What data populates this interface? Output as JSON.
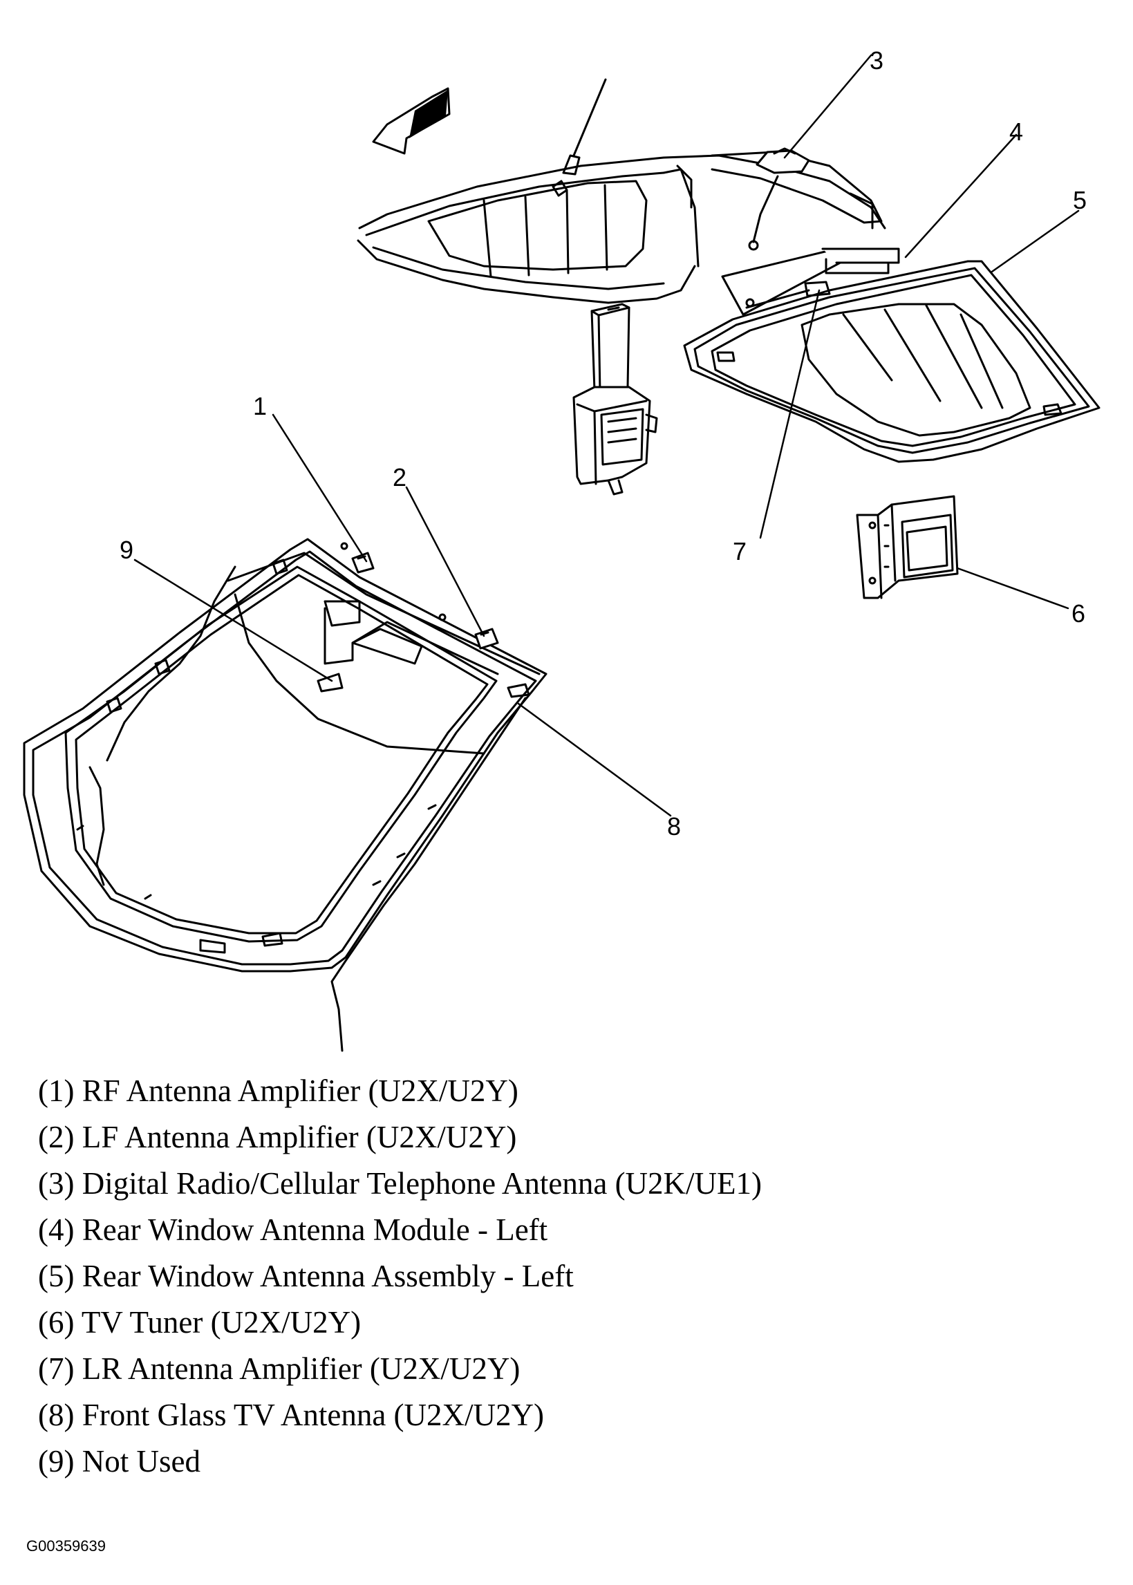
{
  "callouts": [
    "1",
    "2",
    "3",
    "4",
    "5",
    "6",
    "7",
    "8",
    "9"
  ],
  "legend": [
    "(1) RF Antenna Amplifier (U2X/U2Y)",
    "(2) LF Antenna Amplifier (U2X/U2Y)",
    "(3) Digital Radio/Cellular Telephone Antenna (U2K/UE1)",
    "(4) Rear Window Antenna Module - Left",
    "(5) Rear Window Antenna Assembly - Left",
    "(6) TV Tuner (U2X/U2Y)",
    "(7) LR Antenna Amplifier (U2X/U2Y)",
    "(8) Front Glass TV Antenna (U2X/U2Y)",
    "(9) Not Used"
  ],
  "figure_id": "G00359639"
}
